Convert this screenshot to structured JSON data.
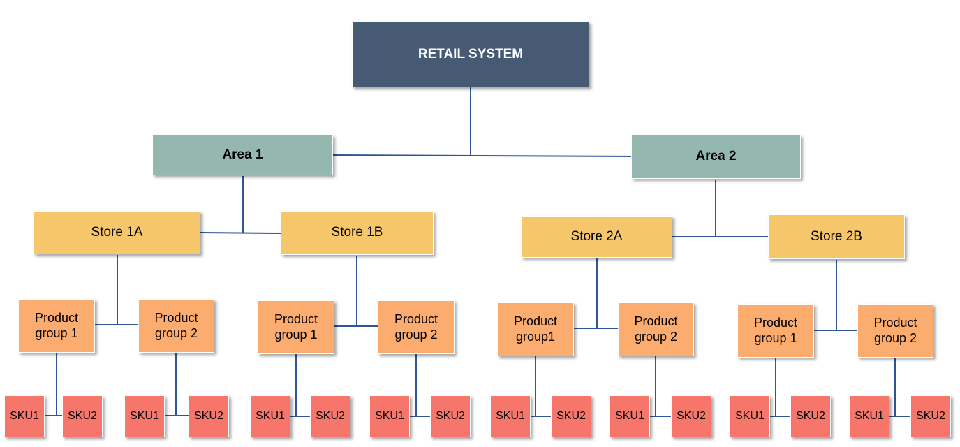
{
  "root": {
    "label": "RETAIL SYSTEM"
  },
  "areas": [
    {
      "label": "Area 1",
      "stores": [
        {
          "label": "Store 1A",
          "groups": [
            {
              "label": "Product group 1",
              "skus": [
                "SKU1",
                "SKU2"
              ]
            },
            {
              "label": "Product group 2",
              "skus": [
                "SKU1",
                "SKU2"
              ]
            }
          ]
        },
        {
          "label": "Store 1B",
          "groups": [
            {
              "label": "Product group 1",
              "skus": [
                "SKU1",
                "SKU2"
              ]
            },
            {
              "label": "Product group 2",
              "skus": [
                "SKU1",
                "SKU2"
              ]
            }
          ]
        }
      ]
    },
    {
      "label": "Area 2",
      "stores": [
        {
          "label": "Store 2A",
          "groups": [
            {
              "label": "Product group1",
              "skus": [
                "SKU1",
                "SKU2"
              ]
            },
            {
              "label": "Product group 2",
              "skus": [
                "SKU1",
                "SKU2"
              ]
            }
          ]
        },
        {
          "label": "Store 2B",
          "groups": [
            {
              "label": "Product group 1",
              "skus": [
                "SKU1",
                "SKU2"
              ]
            },
            {
              "label": "Product group 2",
              "skus": [
                "SKU1",
                "SKU2"
              ]
            }
          ]
        }
      ]
    }
  ],
  "colors": {
    "root": "#475a74",
    "area": "#94b7af",
    "store": "#f5c76a",
    "group": "#fbac6e",
    "sku": "#f7766b",
    "connector": "#2f5597"
  }
}
